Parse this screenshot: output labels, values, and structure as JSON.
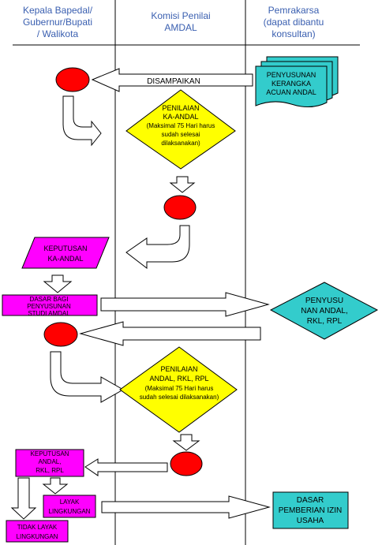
{
  "headers": {
    "col1": [
      "Kepala Bapedal/",
      "Gubernur/Bupati",
      "/ Walikota"
    ],
    "col2": [
      "Komisi Penilai",
      "AMDAL"
    ],
    "col3": [
      "Pemrakarsa",
      "(dapat dibantu",
      "konsultan)"
    ]
  },
  "nodes": {
    "penyusunan_kerangka": [
      "PENYUSUNAN",
      "KERANGKA",
      "ACUAN ANDAL"
    ],
    "disampaikan": "DISAMPAIKAN",
    "penilaian_ka_andal": [
      "PENILAIAN",
      "KA-ANDAL",
      "(Maksimal 75 Hari harus",
      "sudah selesai",
      "dilaksanakan)"
    ],
    "keputusan_ka_andal": [
      "KEPUTUSAN",
      "KA-ANDAL"
    ],
    "dasar_bagi": [
      "DASAR BAGI",
      "PENYUSUNAN",
      "STUDI AMDAL"
    ],
    "penyusunan_andal": [
      "PENYUSU",
      "NAN ANDAL,",
      "RKL, RPL"
    ],
    "penilaian_andal": [
      "PENILAIAN",
      "ANDAL, RKL, RPL",
      "(Maksimal 75 Hari harus",
      "sudah selesai dilaksanakan)"
    ],
    "keputusan_andal": [
      "KEPUTUSAN",
      "ANDAL,",
      "RKL, RPL"
    ],
    "layak": [
      "LAYAK",
      "LINGKUNGAN"
    ],
    "tidak_layak": [
      "TIDAK LAYAK",
      "LINGKUNGAN"
    ],
    "dasar_izin": [
      "DASAR",
      "PEMBERIAN IZIN",
      "USAHA"
    ]
  },
  "colors": {
    "header_text": "#3a5fb0",
    "circle": "#ff0000",
    "diamond_yellow": "#ffff00",
    "magenta": "#ff00ff",
    "teal": "#33cccc"
  }
}
